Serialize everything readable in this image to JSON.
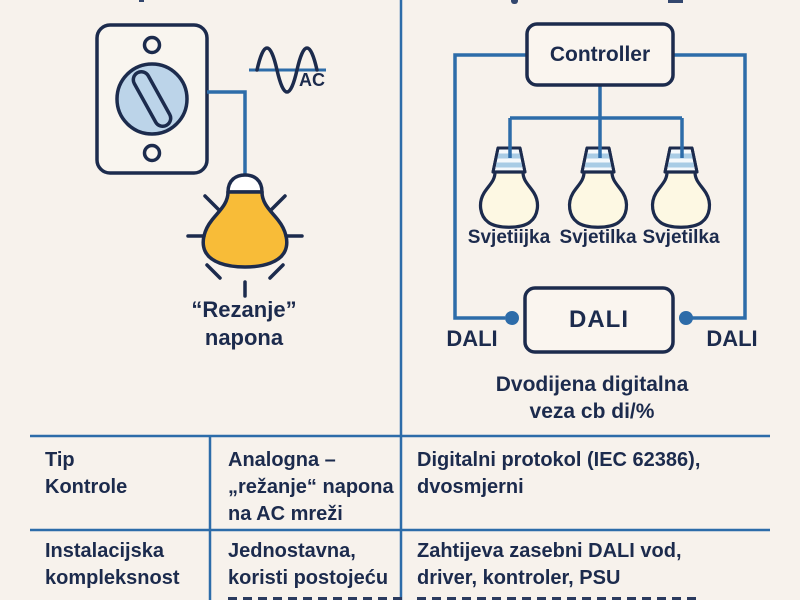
{
  "colors": {
    "background": "#F7F2EC",
    "ink_navy": "#1C2B4D",
    "line_blue": "#2D6CA9",
    "bulb_yellow": "#F8BC38",
    "knob_light_blue": "#BCD4E9",
    "bulb_cream": "#FDF8E3"
  },
  "left_diagram": {
    "ac_label": "AC",
    "caption": {
      "line1": "“Rezanje”",
      "line2": "napona"
    }
  },
  "right_diagram": {
    "controller_label": "Controller",
    "lamp_labels": [
      "Svjetiijka",
      "Svjetilka",
      "Svjetilka"
    ],
    "bus_box_label": "DALI",
    "bus_left_label": "DALI",
    "bus_right_label": "DALI",
    "caption": {
      "line1": "Dvodijena digitalna",
      "line2": "veza cb di/%"
    }
  },
  "comparison_table": {
    "rows": [
      {
        "label": [
          "Tip",
          "Kontrole"
        ],
        "analog": [
          "Analogna –",
          "„režanje“ napona",
          "na AC mreži"
        ],
        "dali": [
          "Digitalni protokol (IEC 62386),",
          "dvosmjerni"
        ]
      },
      {
        "label": [
          "Instalacijska",
          "kompleksnost"
        ],
        "analog": [
          "Jednostavna,",
          "koristi postojeću"
        ],
        "dali": [
          "Zahtijeva zasebni DALI vod,",
          "driver, kontroler, PSU"
        ]
      }
    ]
  }
}
